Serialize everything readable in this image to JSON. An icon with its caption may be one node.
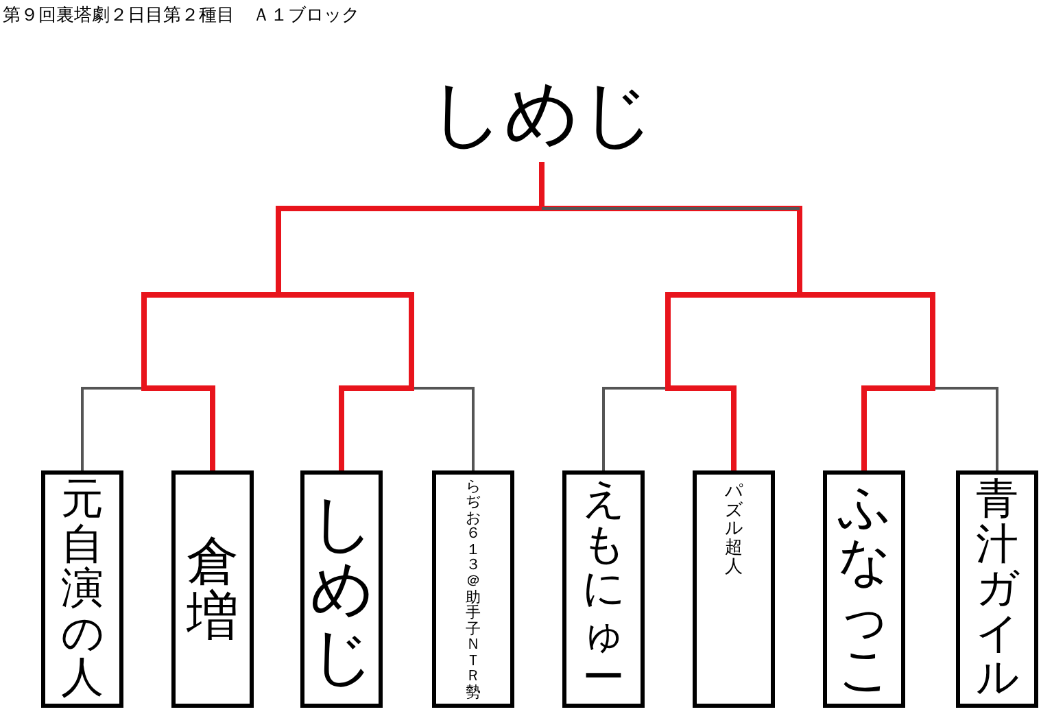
{
  "diagram": {
    "title": "第９回裏塔劇２日目第２種目　Ａ１ブロック",
    "nodes": [
      {
        "text": [
          "しめじ"
        ]
      },
      {
        "text": [
          "元自演の人"
        ]
      },
      {
        "text": [
          "倉増"
        ]
      },
      {
        "text": [
          "しめじ"
        ]
      },
      {
        "text": [
          "らぢお６１３＠助手子ＮＴＲ勢"
        ]
      },
      {
        "text": [
          "えもにゅー"
        ]
      },
      {
        "text": [
          "パズル超人"
        ]
      },
      {
        "text": [
          "ふなっこ"
        ]
      },
      {
        "text": [
          "青汁ガイル"
        ]
      }
    ],
    "edges": [
      {
        "from": 1,
        "to": 0,
        "arrow": "none"
      },
      {
        "from": 2,
        "to": 0,
        "arrow": "none",
        "style": "thick",
        "color": "#e8141c"
      },
      {
        "from": 3,
        "to": 0,
        "arrow": "none",
        "style": "thick",
        "color": "#e8141c"
      },
      {
        "from": 4,
        "to": 0,
        "arrow": "none"
      },
      {
        "from": 5,
        "to": 0,
        "arrow": "none"
      },
      {
        "from": 6,
        "to": 0,
        "arrow": "none",
        "style": "thick",
        "color": "#e8141c"
      },
      {
        "from": 7,
        "to": 0,
        "arrow": "none",
        "style": "thick",
        "color": "#e8141c"
      },
      {
        "from": 8,
        "to": 0,
        "arrow": "none"
      }
    ]
  }
}
